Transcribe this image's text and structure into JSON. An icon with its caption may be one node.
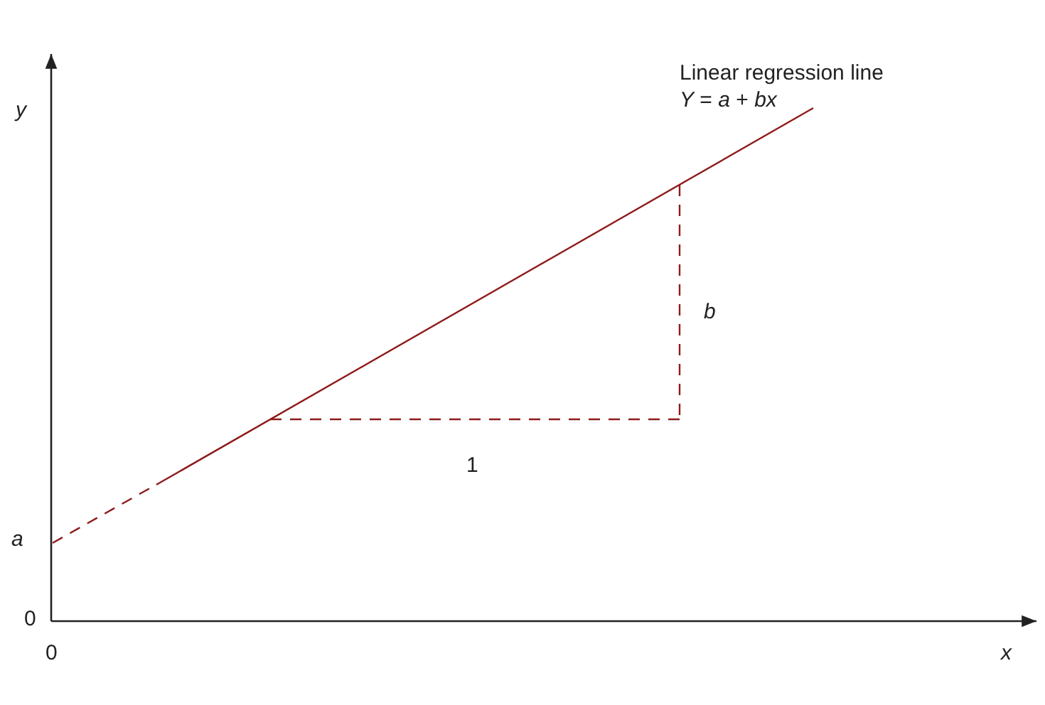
{
  "diagram": {
    "labels": [
      "Linear regression line",
      "*Y* = *a* + *bx*",
      "y",
      "b",
      "1",
      "a",
      "0",
      "0",
      "x"
    ]
  }
}
